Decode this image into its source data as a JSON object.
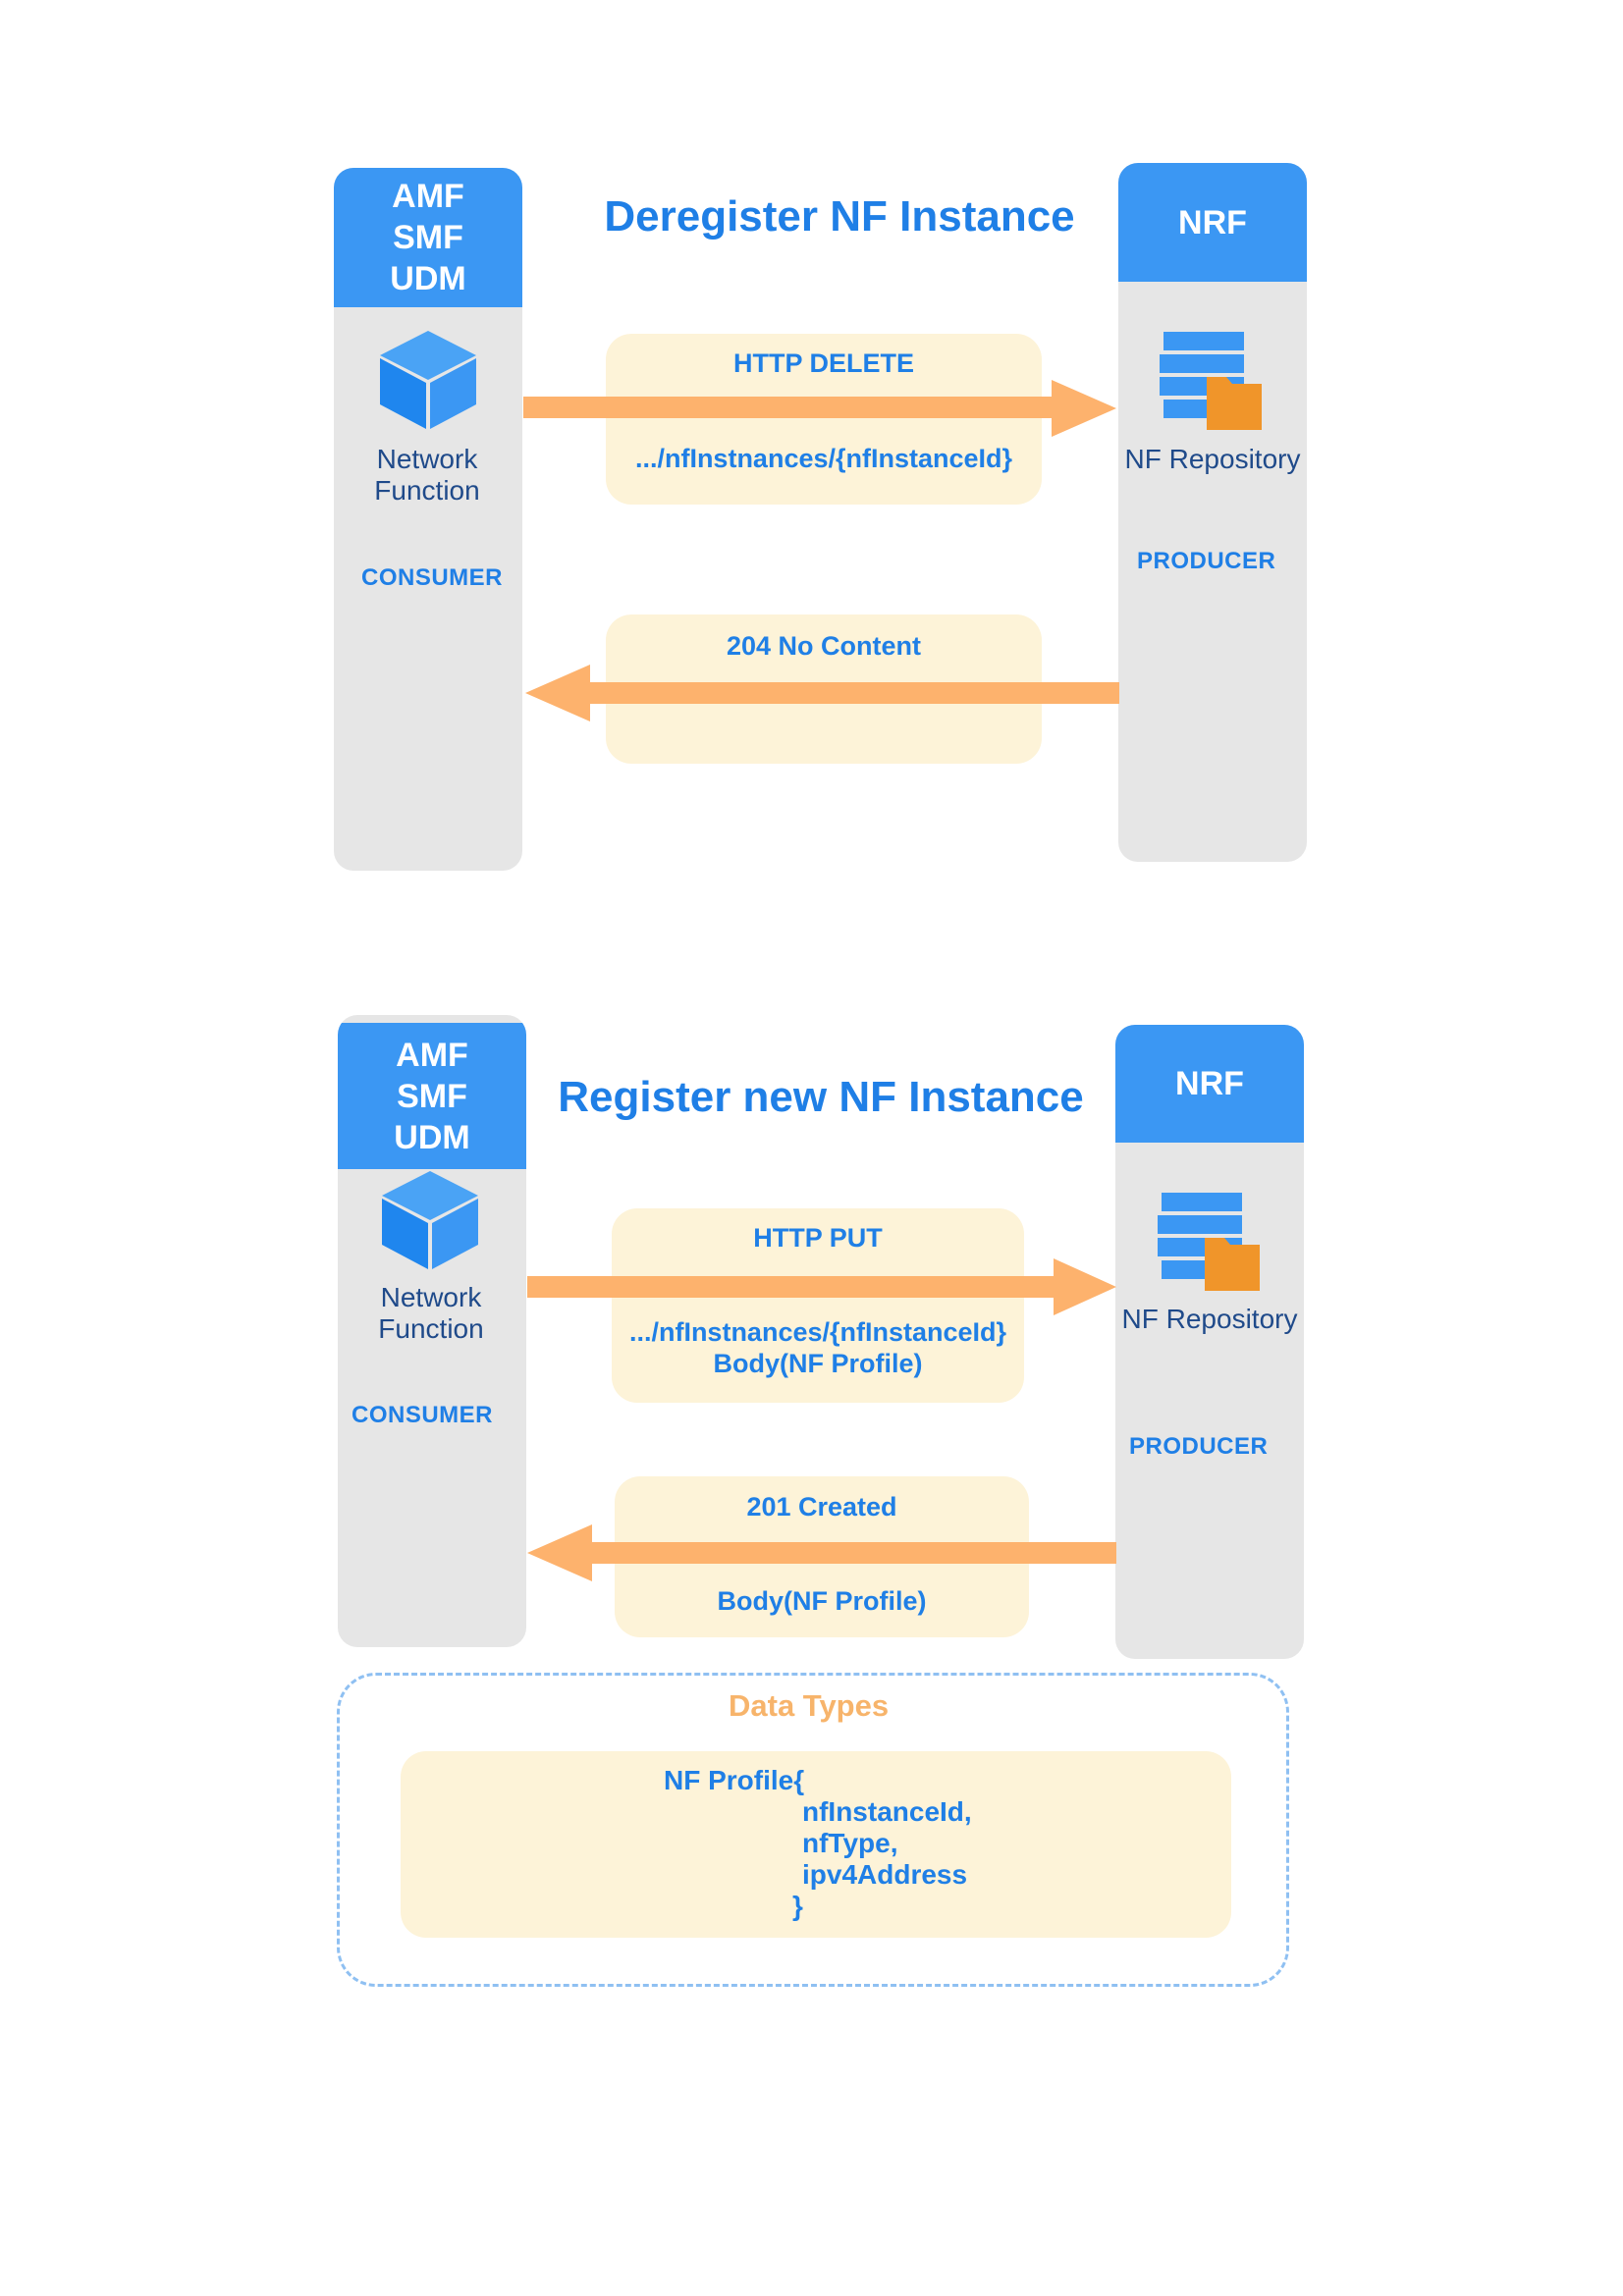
{
  "colors": {
    "header_blue": "#3b97f3",
    "text_blue": "#1f7fe6",
    "column_gray": "#e6e6e6",
    "arrow_orange": "#fdb26d",
    "message_bg": "#fdf3d8",
    "folder_orange": "#f0952a",
    "dashed_border": "#8fc0f2",
    "data_types_title": "#f7b46b"
  },
  "deregister": {
    "title": "Deregister NF Instance",
    "consumer_header": "AMF\nSMF\nUDM",
    "consumer_icon": "cube-icon",
    "consumer_label": "Network\nFunction",
    "consumer_role": "CONSUMER",
    "producer_header": "NRF",
    "producer_icon": "repository-icon",
    "producer_label": "NF Repository",
    "producer_role": "PRODUCER",
    "request_method": "HTTP DELETE",
    "request_path": ".../nfInstnances/{nfInstanceId}",
    "response_status": "204 No Content"
  },
  "register": {
    "title": "Register new NF Instance",
    "consumer_header": "AMF\nSMF\nUDM",
    "consumer_icon": "cube-icon",
    "consumer_label": "Network\nFunction",
    "consumer_role": "CONSUMER",
    "producer_header": "NRF",
    "producer_icon": "repository-icon",
    "producer_label": "NF Repository",
    "producer_role": "PRODUCER",
    "request_method": "HTTP PUT",
    "request_path": ".../nfInstnances/{nfInstanceId}\nBody(NF Profile)",
    "response_status": "201 Created",
    "response_body": "Body(NF Profile)"
  },
  "data_types": {
    "title": "Data Types",
    "struct_open": "NF Profile{",
    "fields": [
      "nfInstanceId,",
      "nfType,",
      "ipv4Address"
    ],
    "struct_close": "}"
  }
}
